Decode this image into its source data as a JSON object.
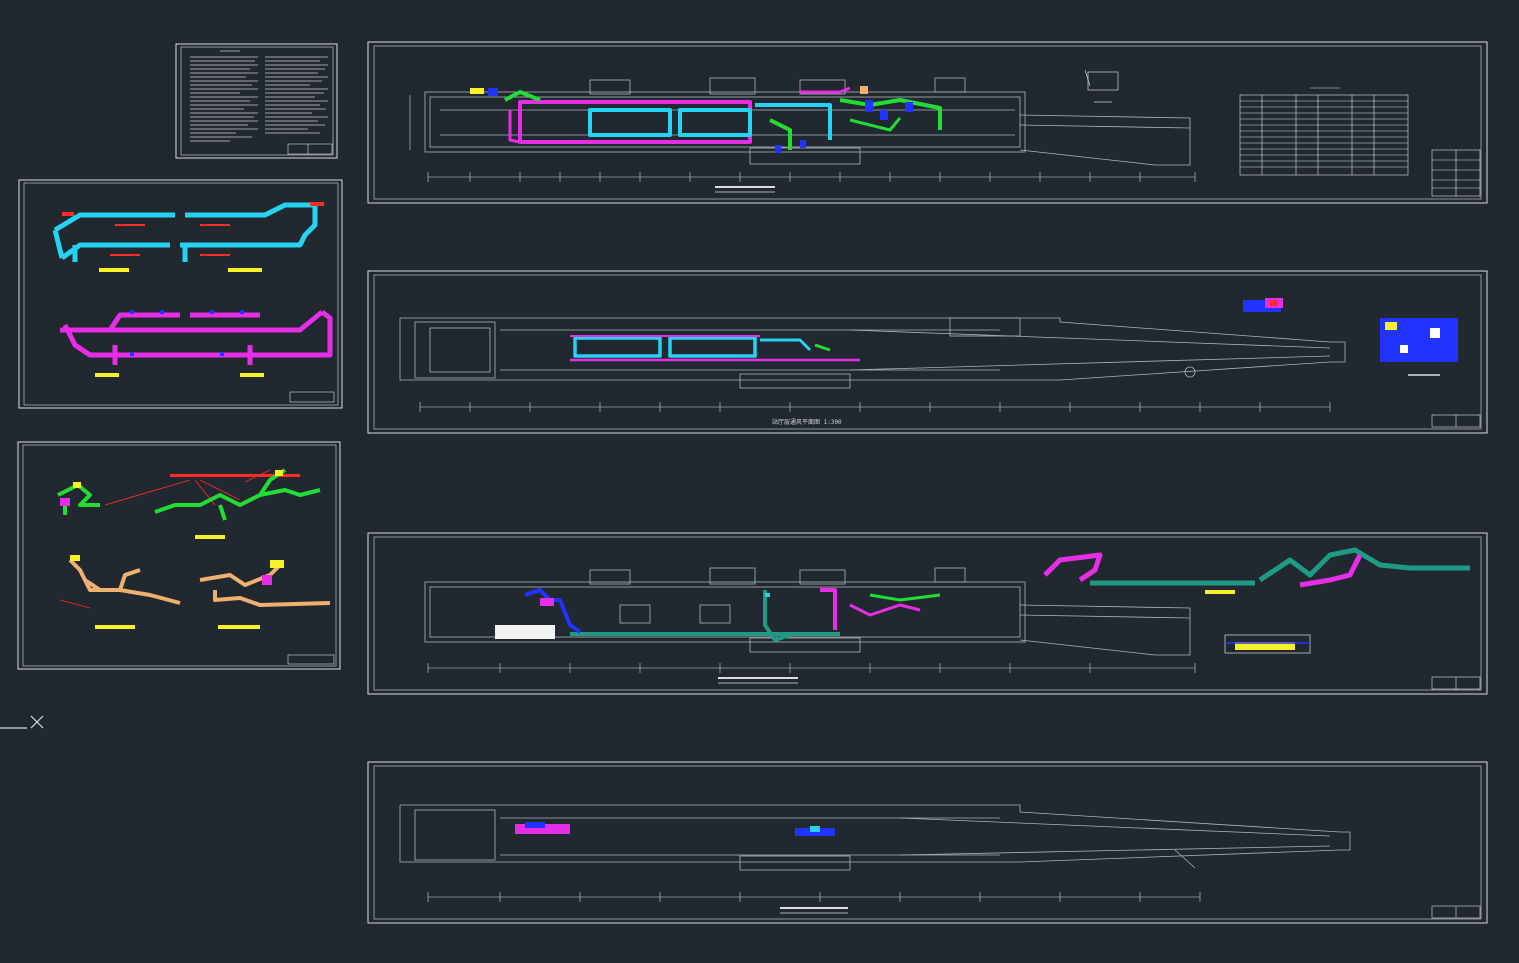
{
  "app": {
    "view": "model-space"
  },
  "drawing": {
    "background": "#212830",
    "sheets": [
      {
        "id": "notes",
        "kind": "notes"
      },
      {
        "id": "iso-duct-1",
        "kind": "isometric"
      },
      {
        "id": "iso-pipe-2",
        "kind": "isometric"
      },
      {
        "id": "plan-1",
        "kind": "plan"
      },
      {
        "id": "plan-2",
        "kind": "plan"
      },
      {
        "id": "plan-3",
        "kind": "plan"
      },
      {
        "id": "plan-4",
        "kind": "plan"
      }
    ],
    "plan_2_caption": "站厅层通风平面图  1:300",
    "colors": {
      "linework": "#d9dde2",
      "cyan": "#27d3f2",
      "magenta": "#e62ee6",
      "green": "#22dd33",
      "blue": "#2233ff",
      "red": "#ff2a2a",
      "yellow": "#f5f227",
      "orange": "#f0b070",
      "teal": "#1f9a85",
      "white": "#f2f2f2"
    },
    "icons": {
      "ucs": "ucs-cross-icon"
    }
  }
}
